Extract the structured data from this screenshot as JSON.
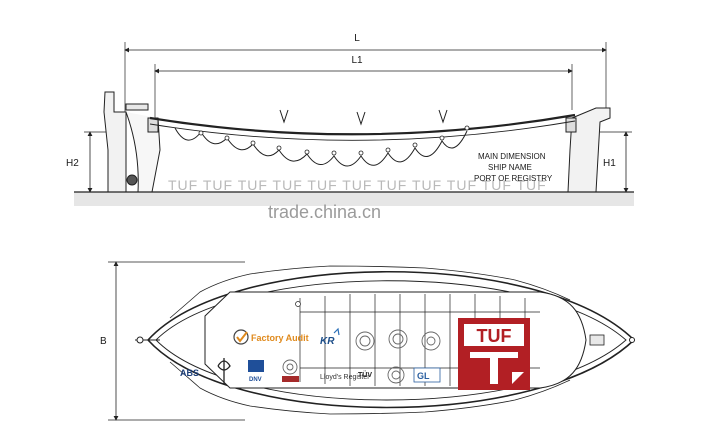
{
  "dimensions": {
    "length": "L",
    "length_inner": "L1",
    "height_left": "H2",
    "height_right": "H1",
    "breadth": "B"
  },
  "side_notes": [
    "MAIN DIMENSION",
    "SHIP NAME",
    "PORT OF REGISTRY"
  ],
  "tuf_band": "TUF TUF TUF TUF TUF TUF TUF TUF TUF TUF TUF",
  "watermark": "trade.china.cn",
  "logos": {
    "factory_audit": "Factory Audit",
    "kr": "KR",
    "abs": "ABS",
    "dnv": "DNV",
    "lloyds": "Lloyd's Register",
    "tuv": "TÜV",
    "gl": "GL",
    "tuf": "TUF"
  },
  "colors": {
    "line": "#222222",
    "tuf_red": "#b21f24",
    "watermark": "#8a8a8a"
  }
}
